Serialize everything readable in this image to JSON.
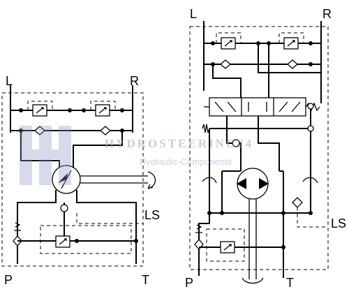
{
  "labels": {
    "left_circuit": {
      "L": "L",
      "R": "R",
      "LS": "LS",
      "P": "P",
      "T": "T"
    },
    "right_circuit": {
      "L": "L",
      "R": "R",
      "LS": "LS",
      "P": "P",
      "T": "T"
    }
  },
  "watermark": {
    "brand": "HYDROSTEERING24",
    "subtitle": "Hydraulic-Components"
  },
  "colors": {
    "line": "#000000",
    "watermark": "#9aa3c8"
  }
}
